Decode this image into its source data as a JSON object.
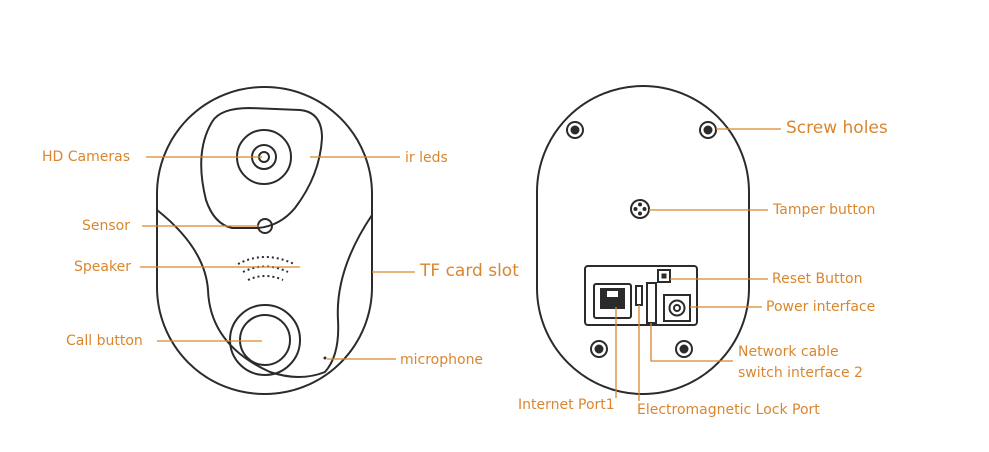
{
  "colors": {
    "label": "#d9862e",
    "outline": "#2b2b2b",
    "leader": "#d9862e"
  },
  "front_view": {
    "labels": {
      "hd_cameras": "HD Cameras",
      "ir_leds": "ir leds",
      "sensor": "Sensor",
      "speaker": "Speaker",
      "tf_card_slot": "TF card slot",
      "call_button": "Call button",
      "microphone": "microphone"
    }
  },
  "back_view": {
    "labels": {
      "screw_holes": "Screw holes",
      "tamper_button": "Tamper button",
      "reset_button": "Reset Button",
      "power_interface": "Power interface",
      "network_cable_line1": "Network cable",
      "network_cable_line2": "switch interface 2",
      "internet_port": "Internet Port1",
      "em_lock_port": "Electromagnetic Lock Port"
    }
  }
}
